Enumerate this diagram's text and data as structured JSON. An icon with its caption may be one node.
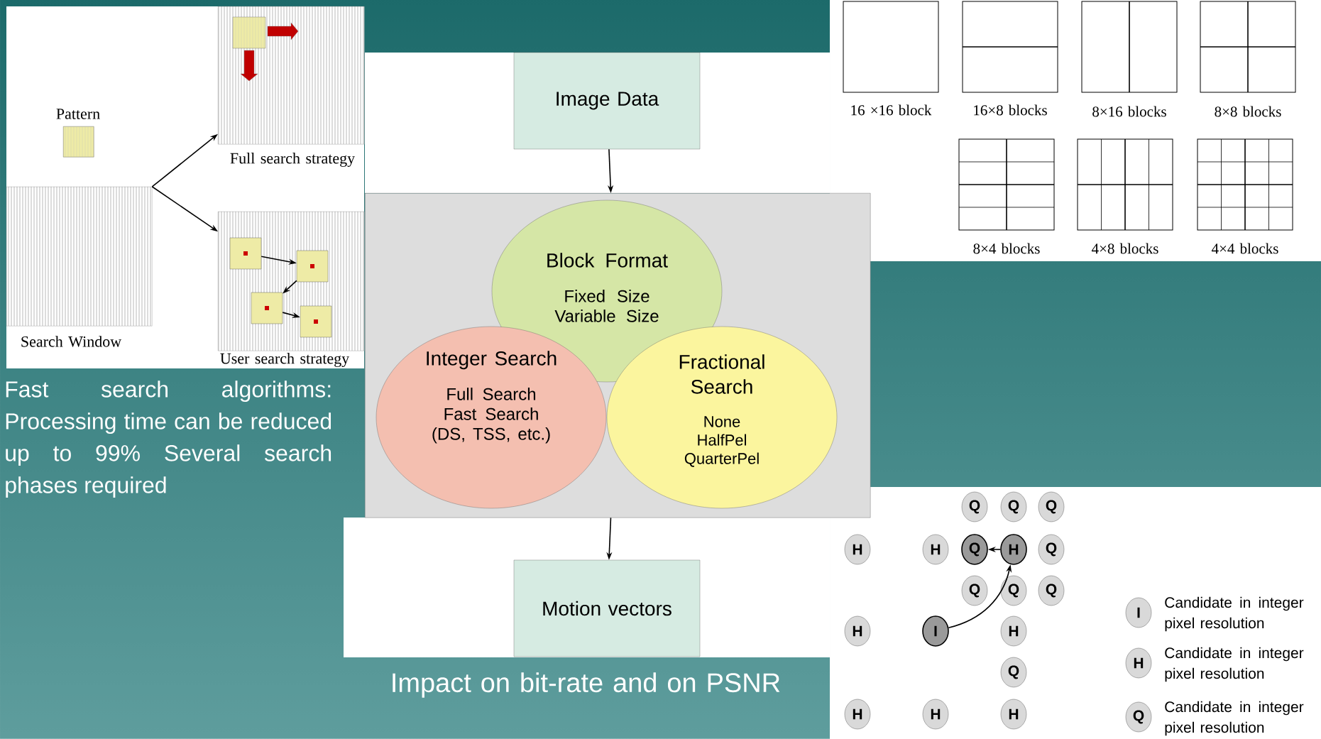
{
  "diagram": {
    "nodes": [
      {
        "text": [
          "Pattern"
        ]
      },
      {
        "text": [
          "Search Window"
        ]
      },
      {
        "text": [
          "Full search strategy"
        ]
      },
      {
        "text": [
          "User search strategy"
        ]
      },
      {
        "text": [],
        "shape": "box",
        "in": 3
      },
      {
        "text": [],
        "shape": "box",
        "in": 3
      },
      {
        "text": [],
        "shape": "box",
        "in": 3
      },
      {
        "text": [],
        "shape": "box",
        "in": 3
      },
      {
        "text": [
          "Image Data"
        ]
      },
      {
        "text": [],
        "shape": "box"
      },
      {
        "text": [
          "Block Format",
          "Fixed Size",
          "Variable Size"
        ],
        "in": 9
      },
      {
        "text": [
          "Integer Search",
          "Full Search",
          "Fast Search (DS, TSS, etc.)"
        ],
        "in": 9
      },
      {
        "text": [
          "Fractional Search",
          "None",
          "HalfPel",
          "QuarterPel"
        ],
        "in": 9
      },
      {
        "text": [
          "Motion vectors"
        ]
      },
      {
        "text": [
          "Q"
        ]
      },
      {
        "text": [
          "Q"
        ]
      },
      {
        "text": [
          "Q"
        ]
      },
      {
        "text": [
          "H"
        ]
      },
      {
        "text": [
          "H"
        ]
      },
      {
        "text": [
          "Q"
        ]
      },
      {
        "text": [
          "H"
        ]
      },
      {
        "text": [
          "Q"
        ]
      },
      {
        "text": [
          "Q"
        ]
      },
      {
        "text": [
          "Q"
        ]
      },
      {
        "text": [
          "Q"
        ]
      },
      {
        "text": [
          "H"
        ]
      },
      {
        "text": [
          "I"
        ]
      },
      {
        "text": [
          "H"
        ]
      },
      {
        "text": [
          "Q"
        ]
      },
      {
        "text": [
          "H"
        ]
      },
      {
        "text": [
          "H"
        ]
      },
      {
        "text": [
          "H"
        ]
      },
      {
        "text": [
          "I"
        ],
        "beside": [
          "Candidate in integer pixel resolution"
        ]
      },
      {
        "text": [
          "H"
        ],
        "beside": [
          "Candidate in integer pixel resolution"
        ]
      },
      {
        "text": [
          "Q"
        ],
        "beside": [
          "Candidate in integer pixel resolution"
        ]
      }
    ],
    "edges": [
      {
        "from": 1,
        "to": 2,
        "arrow": "to"
      },
      {
        "from": 1,
        "to": 3,
        "arrow": "to"
      },
      {
        "from": 4,
        "to": 5,
        "arrow": "to"
      },
      {
        "from": 5,
        "to": 6,
        "arrow": "to"
      },
      {
        "from": 6,
        "to": 7,
        "arrow": "to"
      },
      {
        "from": 8,
        "to": 9,
        "arrow": "to"
      },
      {
        "from": 9,
        "to": 13,
        "arrow": "to"
      },
      {
        "from": 26,
        "to": 20,
        "arrow": "to"
      },
      {
        "from": 20,
        "to": 19,
        "arrow": "to"
      }
    ],
    "labels": [
      "16 ×16 block",
      "16×8 blocks",
      "8×16 blocks",
      "8×8 blocks",
      "8×4 blocks",
      "4×8 blocks",
      "4×4 blocks",
      "Fast search algorithms: Processing time can be reduced up to 99% Several search phases required",
      "Impact on bit-rate and on PSNR"
    ]
  }
}
